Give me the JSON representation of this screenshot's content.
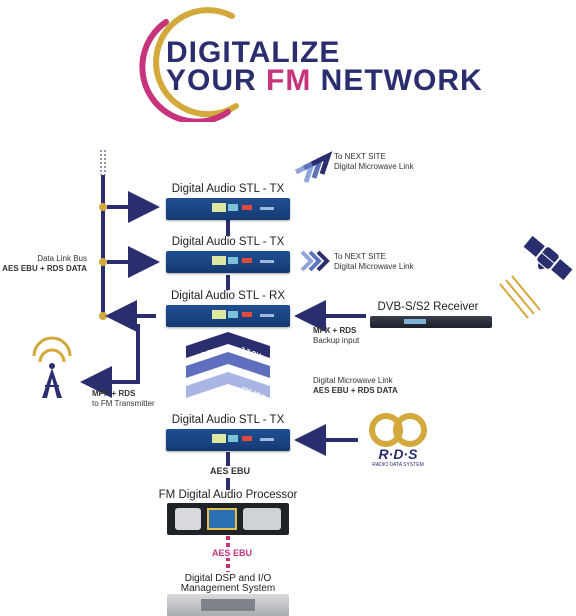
{
  "title": {
    "line1": "DIGITALIZE",
    "line2_prefix": "YOUR ",
    "line2_accent": "FM",
    "line2_suffix": " NETWORK"
  },
  "colors": {
    "navy": "#2a2d6e",
    "magenta": "#c8347c",
    "gold": "#d4a93c",
    "chevron_blue": "#4a5fa8"
  },
  "devices": {
    "stl_tx_1": "Digital Audio STL - TX",
    "stl_tx_2": "Digital Audio STL - TX",
    "stl_rx": "Digital Audio STL - RX",
    "stl_tx_3": "Digital Audio STL - TX",
    "receiver": "DVB-S/S2 Receiver",
    "processor": "FM Digital Audio Processor",
    "dsp_line1": "Digital DSP and I/O",
    "dsp_line2": "Management System"
  },
  "links": {
    "next_site_1_line1": "To NEXT SITE",
    "next_site_1_line2": "Digital Microwave Link",
    "next_site_2_line1": "To NEXT SITE",
    "next_site_2_line2": "Digital Microwave Link",
    "data_bus_line1": "Data Link Bus",
    "data_bus_line2": "AES EBU + RDS DATA",
    "backup_line1": "MPX + RDS",
    "backup_line2": "Backup input",
    "fm_tx_line1": "MPX + RDS",
    "fm_tx_line2": "to FM Transmitter",
    "microwave_line1": "Digital Microwave Link",
    "microwave_line2": "AES EBU + RDS DATA",
    "aes_ebu_1": "AES EBU",
    "aes_ebu_2": "AES EBU"
  },
  "bands": [
    {
      "left": "2.7 GHz",
      "right": "2.7 GHz"
    },
    {
      "left": "UHF",
      "right": "UHF"
    },
    {
      "left": "330 MHz",
      "right": "330 MHz"
    }
  ],
  "logos": {
    "rds_main": "R·D·S",
    "rds_sub": "RADIO DATA SYSTEM"
  },
  "icons": [
    "satellite-icon",
    "radio-tower-icon",
    "rds-logo-icon",
    "chevron-icon",
    "arrow-icon"
  ]
}
